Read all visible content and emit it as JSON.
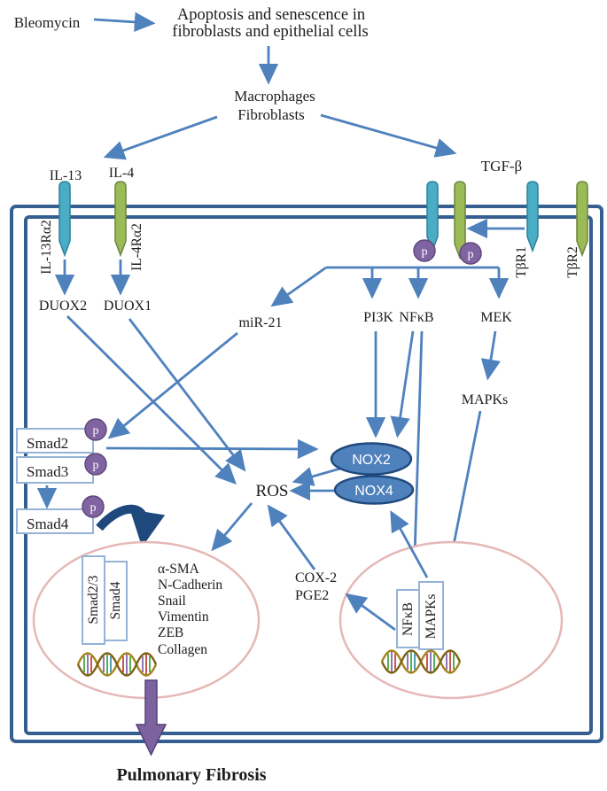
{
  "labels": {
    "bleomycin": "Bleomycin",
    "apoptosis_l1": "Apoptosis and senescence in",
    "apoptosis_l2": "fibroblasts and epithelial cells",
    "macrophages": "Macrophages",
    "fibroblasts": "Fibroblasts",
    "il13": "IL-13",
    "il4": "IL-4",
    "tgfb": "TGF-β",
    "il13ra2": "IL-13Rα2",
    "il4ra2": "IL-4Rα2",
    "tbr1": "TβR1",
    "tbr2": "TβR2",
    "duox2": "DUOX2",
    "duox1": "DUOX1",
    "mir21": "miR-21",
    "pi3k": "PI3K",
    "nfkb": "NFκB",
    "mek": "MEK",
    "mapks": "MAPKs",
    "smad2": "Smad2",
    "smad3": "Smad3",
    "smad4": "Smad4",
    "p": "p",
    "ros": "ROS",
    "nox2": "NOX2",
    "nox4": "NOX4",
    "cox2": "COX-2",
    "pge2": "PGE2",
    "smad23_nuc": "Smad2/3",
    "smad4_nuc": "Smad4",
    "nfkb_nuc": "NFκB",
    "mapks_nuc": "MAPKs",
    "genes": [
      "α-SMA",
      "N-Cadherin",
      "Snail",
      "Vimentin",
      "ZEB",
      "Collagen"
    ],
    "outcome": "Pulmonary Fibrosis"
  },
  "colors": {
    "arrow": "#4f81bd",
    "membrane": "#365f91",
    "receptor_teal": "#4bacc6",
    "receptor_green": "#9bbb59",
    "phospho": "#8064a2",
    "nox_fill": "#4f81bd",
    "nucleus_border": "#e5b8b7",
    "box_border": "#95b3d7",
    "translocation_arrow": "#1f497d",
    "output_arrow": "#7d62a0",
    "text": "#1d1d1d"
  }
}
